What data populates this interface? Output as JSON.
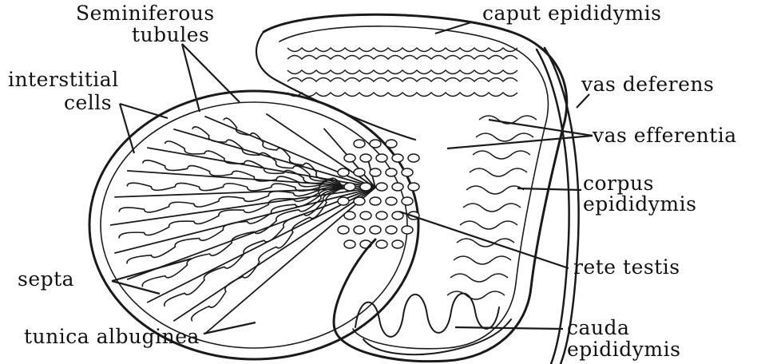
{
  "labels": {
    "seminiferous_1": "Seminiferous",
    "seminiferous_2": "tubules",
    "caput_epididymis": "caput epididymis",
    "interstitial_1": "interstitial",
    "interstitial_2": "cells",
    "vas_deferens": "vas deferens",
    "vas_efferentia": "vas efferentia",
    "corpus_1": "corpus",
    "corpus_2": "epididymis",
    "septa": "septa",
    "rete_testis": "rete testis",
    "tunica_albuginea": "tunica albuginea",
    "cauda_1": "cauda",
    "cauda_2": "epididymis"
  },
  "colors": {
    "ink": "#1a1a1a",
    "background": "#ffffff"
  }
}
